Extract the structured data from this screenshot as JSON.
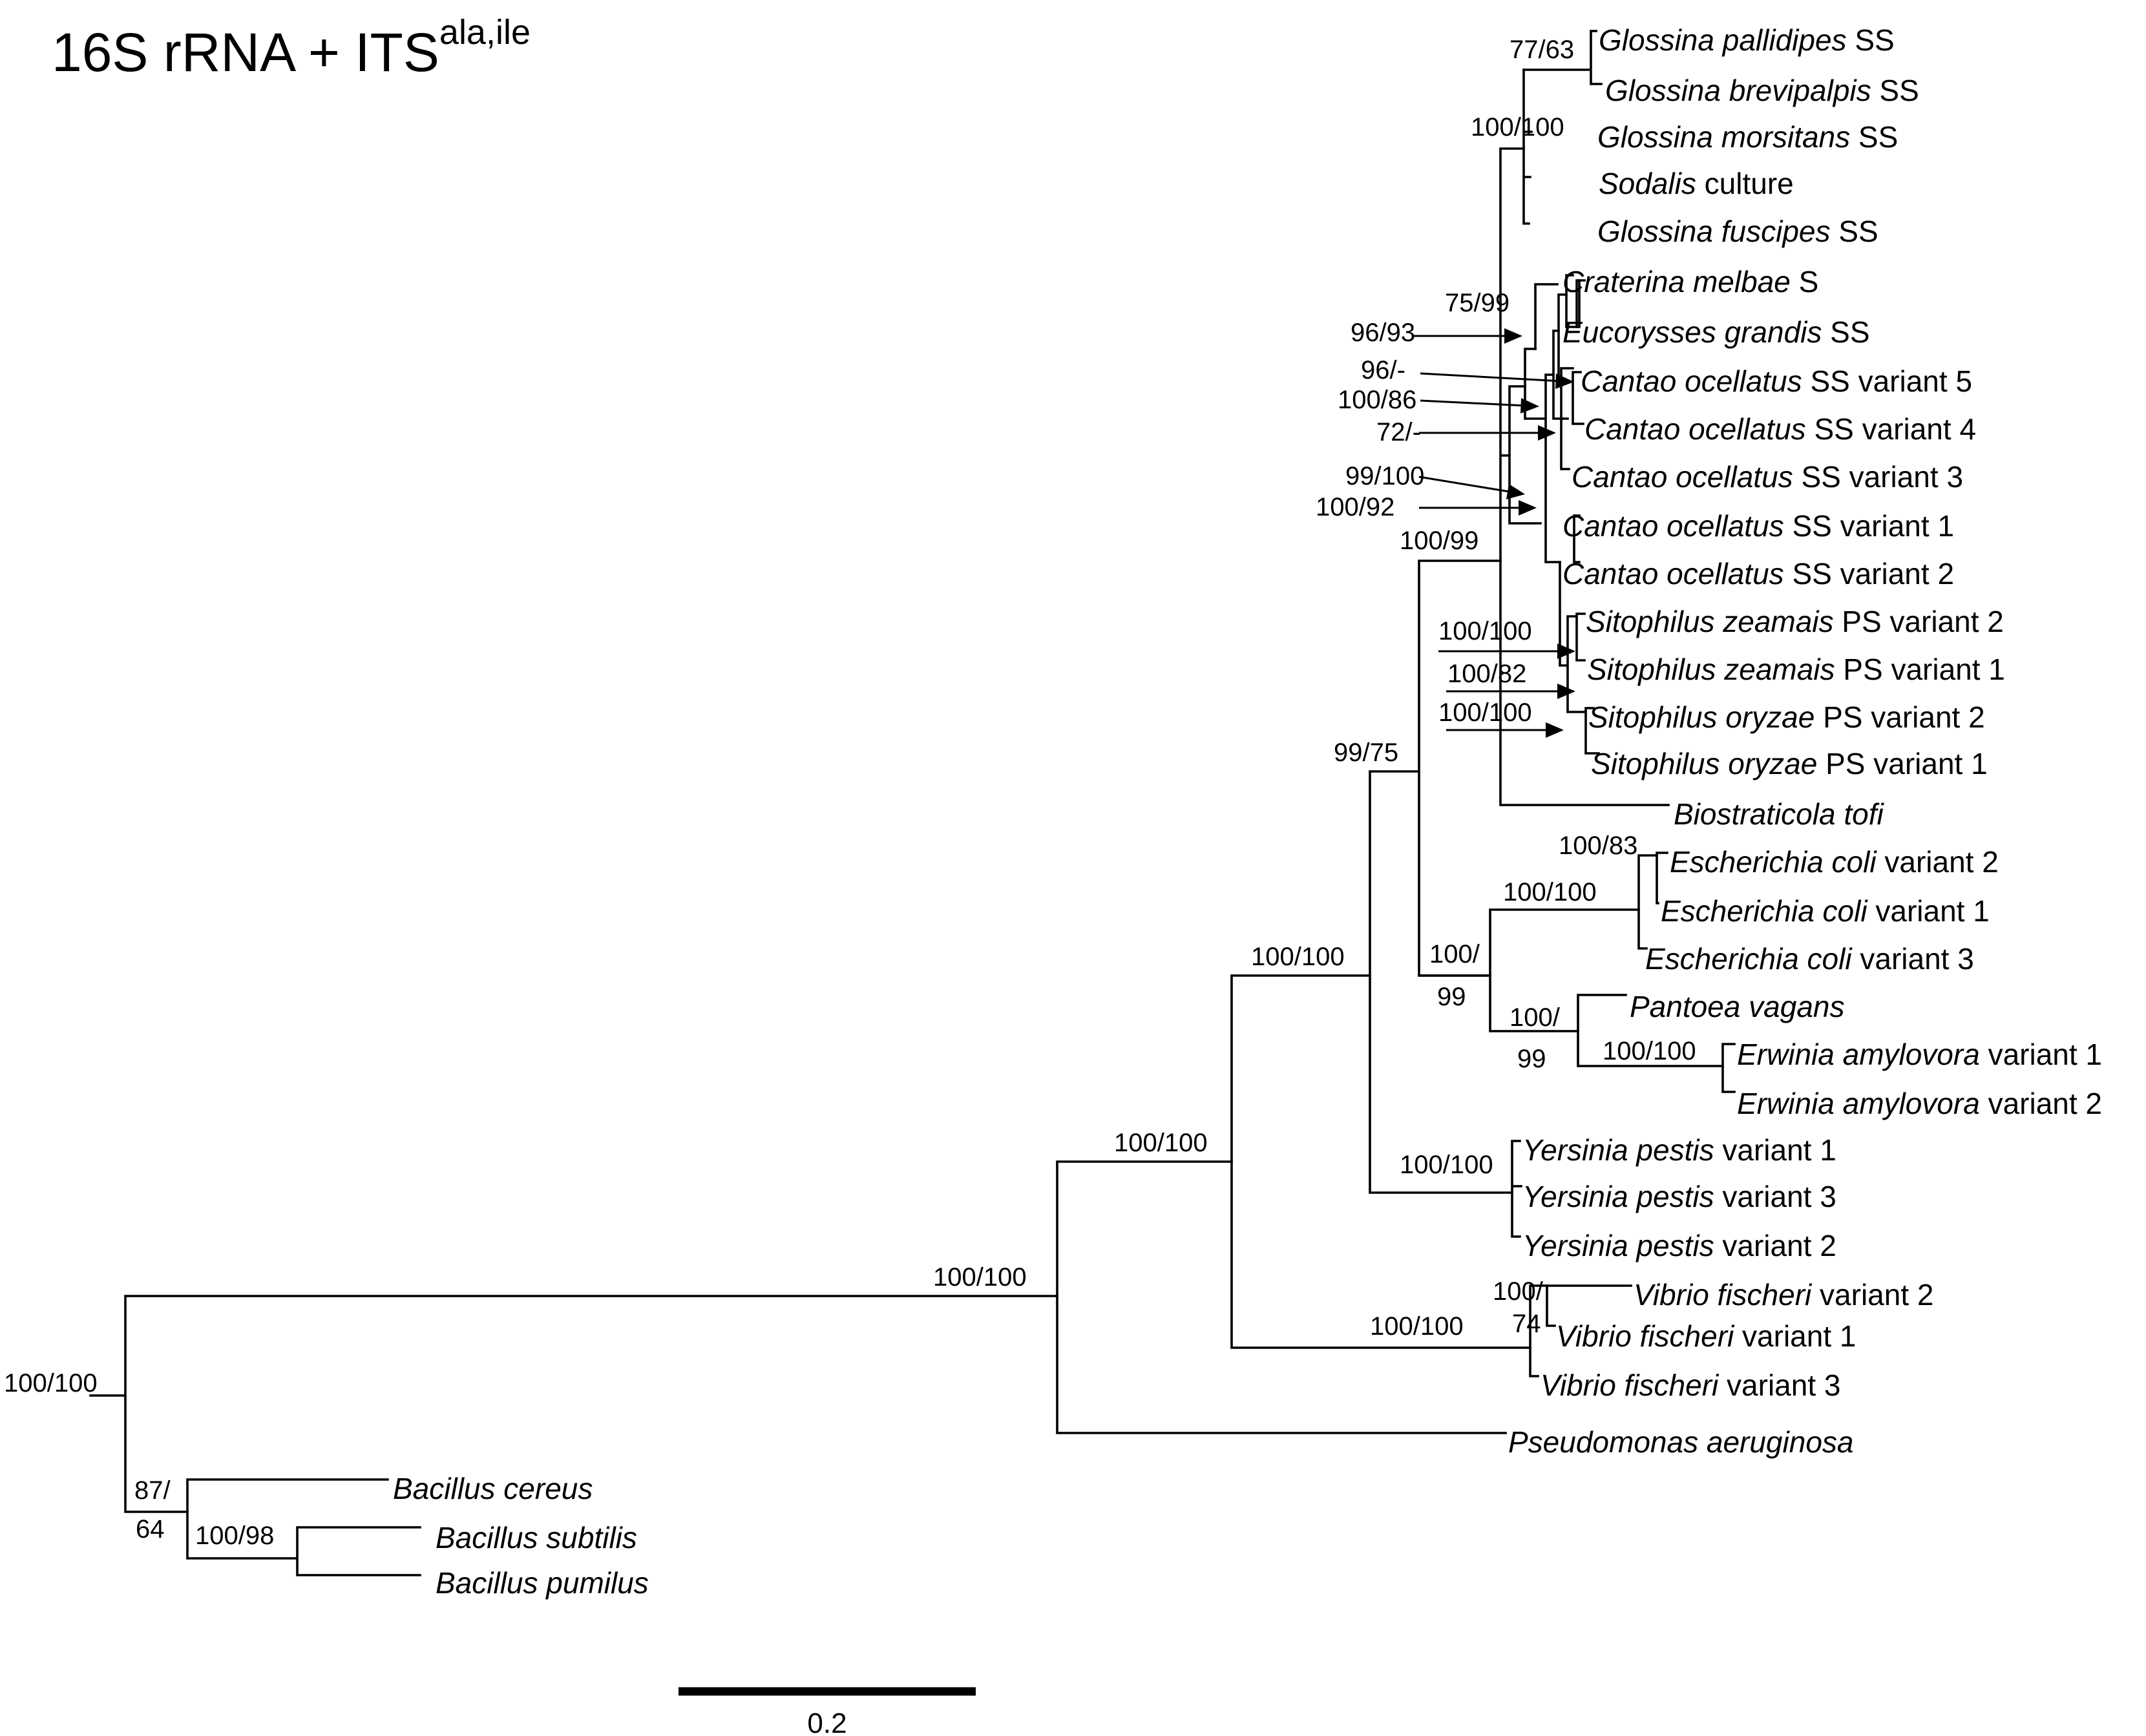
{
  "title": {
    "main": "16S rRNA + ITS",
    "superscript": "ala,ile"
  },
  "scale_bar_label": "0.2",
  "taxa": [
    {
      "id": "gpal",
      "italic": "Glossina pallidipes",
      "rest": " SS"
    },
    {
      "id": "gbre",
      "italic": "Glossina brevipalpis",
      "rest": " SS"
    },
    {
      "id": "gmor",
      "italic": "Glossina morsitans",
      "rest": " SS"
    },
    {
      "id": "sodc",
      "italic": "Sodalis",
      "rest": " culture"
    },
    {
      "id": "gfus",
      "italic": "Glossina fuscipes",
      "rest": " SS"
    },
    {
      "id": "cmel",
      "italic": "Craterina melbae",
      "rest": " S"
    },
    {
      "id": "egra",
      "italic": "Eucorysses grandis",
      "rest": " SS"
    },
    {
      "id": "co5",
      "italic": "Cantao ocellatus",
      "rest": " SS variant 5"
    },
    {
      "id": "co4",
      "italic": "Cantao ocellatus",
      "rest": " SS variant 4"
    },
    {
      "id": "co3",
      "italic": "Cantao ocellatus",
      "rest": " SS variant 3"
    },
    {
      "id": "co1",
      "italic": "Cantao ocellatus",
      "rest": " SS variant 1"
    },
    {
      "id": "co2",
      "italic": "Cantao ocellatus",
      "rest": " SS variant 2"
    },
    {
      "id": "sz2",
      "italic": "Sitophilus zeamais",
      "rest": " PS variant 2"
    },
    {
      "id": "sz1",
      "italic": "Sitophilus zeamais",
      "rest": " PS variant 1"
    },
    {
      "id": "so2",
      "italic": "Sitophilus oryzae",
      "rest": " PS variant 2"
    },
    {
      "id": "so1",
      "italic": "Sitophilus oryzae",
      "rest": " PS variant 1"
    },
    {
      "id": "btof",
      "italic": "Biostraticola tofi",
      "rest": ""
    },
    {
      "id": "ec2",
      "italic": "Escherichia coli",
      "rest": " variant 2"
    },
    {
      "id": "ec1",
      "italic": "Escherichia coli",
      "rest": " variant 1"
    },
    {
      "id": "ec3",
      "italic": "Escherichia coli",
      "rest": " variant 3"
    },
    {
      "id": "pvag",
      "italic": "Pantoea vagans",
      "rest": ""
    },
    {
      "id": "ea1",
      "italic": "Erwinia amylovora",
      "rest": " variant 1"
    },
    {
      "id": "ea2",
      "italic": "Erwinia amylovora",
      "rest": " variant 2"
    },
    {
      "id": "yp1",
      "italic": "Yersinia pestis",
      "rest": " variant 1"
    },
    {
      "id": "yp3",
      "italic": "Yersinia pestis",
      "rest": " variant 3"
    },
    {
      "id": "yp2",
      "italic": "Yersinia pestis",
      "rest": " variant 2"
    },
    {
      "id": "vf2",
      "italic": "Vibrio fischeri",
      "rest": " variant 2"
    },
    {
      "id": "vf1",
      "italic": "Vibrio fischeri",
      "rest": " variant 1"
    },
    {
      "id": "vf3",
      "italic": "Vibrio fischeri",
      "rest": " variant 3"
    },
    {
      "id": "paer",
      "italic": "Pseudomonas aeruginosa",
      "rest": ""
    },
    {
      "id": "bcer",
      "italic": "Bacillus cereus",
      "rest": ""
    },
    {
      "id": "bsub",
      "italic": "Bacillus subtilis",
      "rest": ""
    },
    {
      "id": "bpum",
      "italic": "Bacillus pumilus",
      "rest": ""
    }
  ],
  "support_values": [
    {
      "id": "root",
      "text": "100/100"
    },
    {
      "id": "gamma",
      "text": "100/100"
    },
    {
      "id": "g1",
      "text": "100/100"
    },
    {
      "id": "g2",
      "text": "100/100"
    },
    {
      "id": "g3",
      "text": "99/75"
    },
    {
      "id": "sodalis_grp",
      "text": "100/99"
    },
    {
      "id": "glossina",
      "text": "100/100"
    },
    {
      "id": "glossina_inner",
      "text": "77/63"
    },
    {
      "id": "s75",
      "text": "75/99"
    },
    {
      "id": "a9693",
      "text": "96/93"
    },
    {
      "id": "a96",
      "text": "96/-"
    },
    {
      "id": "a10086",
      "text": "100/86"
    },
    {
      "id": "a72",
      "text": "72/-"
    },
    {
      "id": "a99100",
      "text": "99/100"
    },
    {
      "id": "a10092",
      "text": "100/92"
    },
    {
      "id": "sit1",
      "text": "100/100"
    },
    {
      "id": "sit2",
      "text": "100/82"
    },
    {
      "id": "sit3",
      "text": "100/100"
    },
    {
      "id": "ent_a",
      "text": "100/"
    },
    {
      "id": "ent_b",
      "text": "99"
    },
    {
      "id": "ecoli",
      "text": "100/100"
    },
    {
      "id": "ecoli_inner",
      "text": "100/83"
    },
    {
      "id": "pe_a",
      "text": "100/"
    },
    {
      "id": "pe_b",
      "text": "99"
    },
    {
      "id": "erw",
      "text": "100/100"
    },
    {
      "id": "yers",
      "text": "100/100"
    },
    {
      "id": "vib",
      "text": "100/100"
    },
    {
      "id": "vib_inner_a",
      "text": "100/"
    },
    {
      "id": "vib_inner_b",
      "text": "74"
    },
    {
      "id": "bac_a",
      "text": "87/"
    },
    {
      "id": "bac_b",
      "text": "64"
    },
    {
      "id": "bac_inner",
      "text": "100/98"
    }
  ]
}
